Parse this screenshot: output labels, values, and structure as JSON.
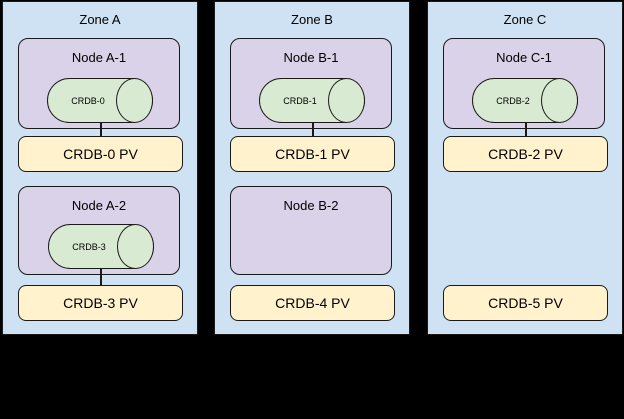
{
  "diagram": {
    "description": "CockroachDB nodes and persistent volumes across availability zones",
    "colors": {
      "background": "#000000",
      "zone_fill": "#cfe2f3",
      "node_fill": "#d9d2e9",
      "cylinder_fill": "#d9ead3",
      "pv_fill": "#fff2cc",
      "border": "#1a1a1a",
      "text": "#000000"
    },
    "zones": [
      {
        "label": "Zone A",
        "nodes": [
          {
            "label": "Node A-1",
            "cylinder": "CRDB-0",
            "pv": "CRDB-0 PV",
            "connected": true
          },
          {
            "label": "Node A-2",
            "cylinder": "CRDB-3",
            "pv": "CRDB-3 PV",
            "connected": true
          }
        ]
      },
      {
        "label": "Zone B",
        "nodes": [
          {
            "label": "Node B-1",
            "cylinder": "CRDB-1",
            "pv": "CRDB-1 PV",
            "connected": true
          },
          {
            "label": "Node B-2",
            "cylinder": null,
            "pv": "CRDB-4 PV",
            "connected": false
          }
        ]
      },
      {
        "label": "Zone C",
        "nodes": [
          {
            "label": "Node C-1",
            "cylinder": "CRDB-2",
            "pv": "CRDB-2 PV",
            "connected": true
          },
          {
            "label": null,
            "cylinder": null,
            "pv": "CRDB-5 PV",
            "connected": false
          }
        ]
      }
    ]
  }
}
